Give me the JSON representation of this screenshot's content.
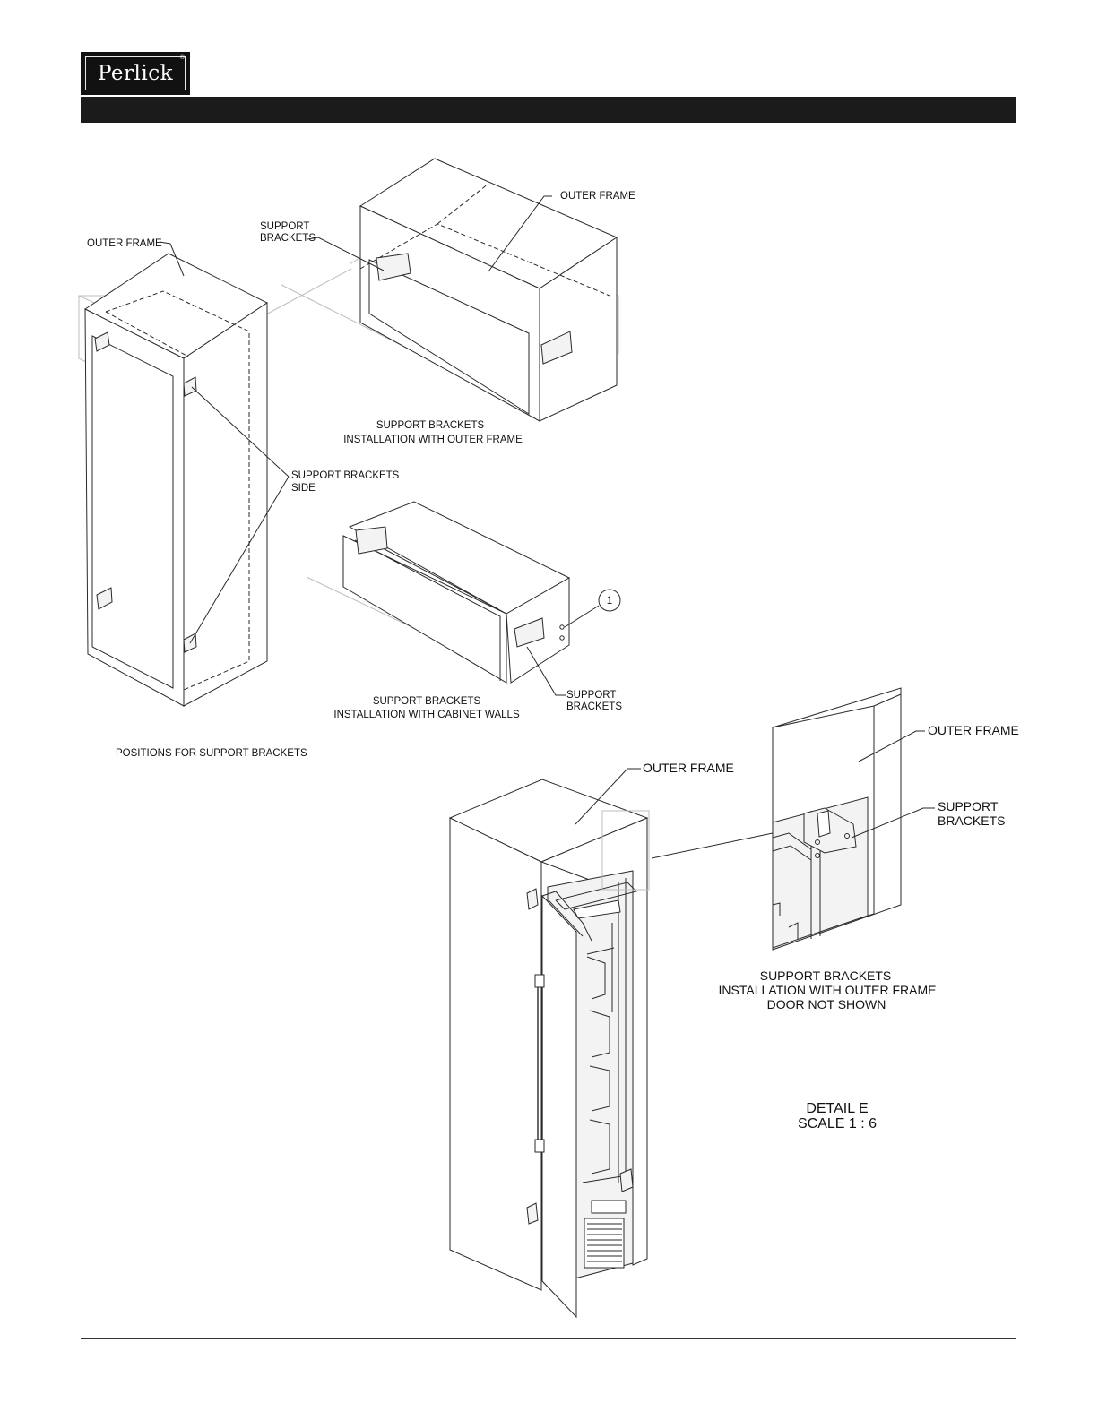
{
  "logo": {
    "text": "Perlick",
    "mark": "®"
  },
  "fig_tall": {
    "label_outer_frame": "OUTER FRAME",
    "label_side_1": "SUPPORT BRACKETS",
    "label_side_2": "SIDE",
    "caption": "POSITIONS FOR SUPPORT BRACKETS"
  },
  "fig_top": {
    "label_support_1": "SUPPORT",
    "label_support_2": "BRACKETS",
    "label_outer_frame": "OUTER FRAME",
    "caption_1": "SUPPORT BRACKETS",
    "caption_2": "INSTALLATION WITH OUTER FRAME"
  },
  "fig_mid": {
    "callout_number": "1",
    "label_support_1": "SUPPORT",
    "label_support_2": "BRACKETS",
    "caption_1": "SUPPORT BRACKETS",
    "caption_2": "INSTALLATION WITH CABINET WALLS"
  },
  "fig_fridge": {
    "label_outer_frame": "OUTER FRAME"
  },
  "fig_detail": {
    "label_outer_frame": "OUTER FRAME",
    "label_support_1": "SUPPORT",
    "label_support_2": "BRACKETS",
    "caption_1": "SUPPORT BRACKETS",
    "caption_2": "INSTALLATION WITH OUTER FRAME",
    "caption_3": "DOOR NOT SHOWN",
    "detail_1": "DETAIL E",
    "detail_2": "SCALE 1 : 6"
  }
}
